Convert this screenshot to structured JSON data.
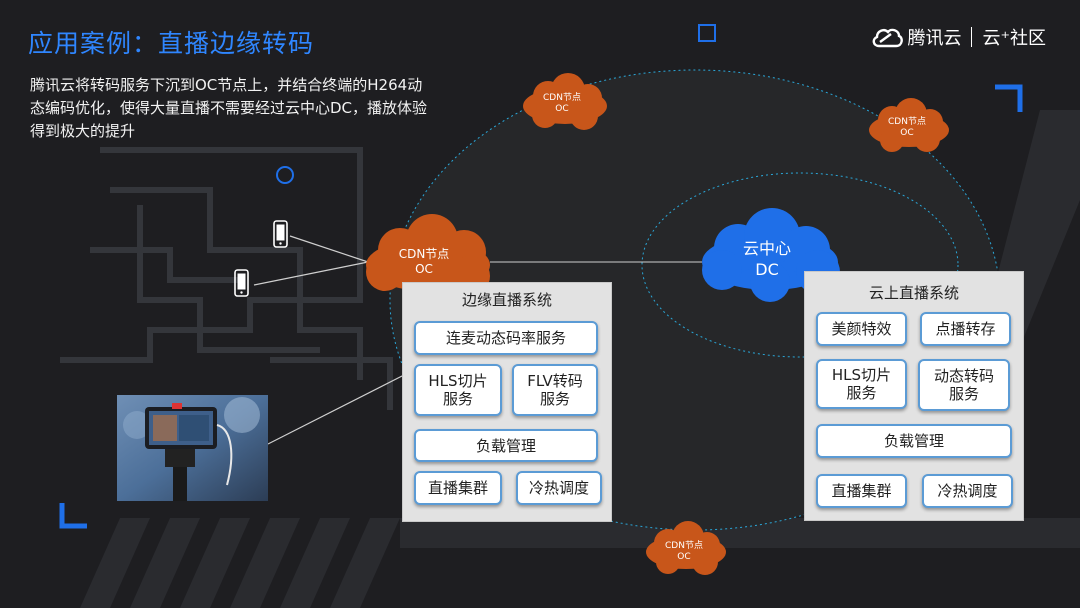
{
  "title": "应用案例：直播边缘转码",
  "description": "腾讯云将转码服务下沉到OC节点上，并结合终端的H264动态编码优化，使得大量直播不需要经过云中心DC，播放体验得到极大的提升",
  "logo": {
    "brand": "腾讯云",
    "community": "云⁺社区"
  },
  "cdn_nodes": {
    "top_center": {
      "line1": "CDN节点",
      "line2": "OC"
    },
    "top_right": {
      "line1": "CDN节点",
      "line2": "OC"
    },
    "main": {
      "line1": "CDN节点",
      "line2": "OC"
    },
    "bottom": {
      "line1": "CDN节点",
      "line2": "OC"
    }
  },
  "dc_node": {
    "line1": "云中心",
    "line2": "DC"
  },
  "edge_system": {
    "title": "边缘直播系统",
    "services": [
      "连麦动态码率服务",
      "HLS切片\n服务",
      "FLV转码\n服务",
      "负载管理",
      "直播集群",
      "冷热调度"
    ]
  },
  "cloud_system": {
    "title": "云上直播系统",
    "services": [
      "美颜特效",
      "点播转存",
      "HLS切片\n服务",
      "动态转码\n服务",
      "负载管理",
      "直播集群",
      "冷热调度"
    ]
  },
  "colors": {
    "title": "#2f86ff",
    "cdn_cloud": "#c8561a",
    "dc_cloud": "#1f6fe8",
    "accent_corner": "#1f6fe8",
    "dashed_ring": "#2aa7d8"
  },
  "icons": [
    "tencent-cloud-logo-icon",
    "smartphone-icon",
    "camera-photo"
  ]
}
